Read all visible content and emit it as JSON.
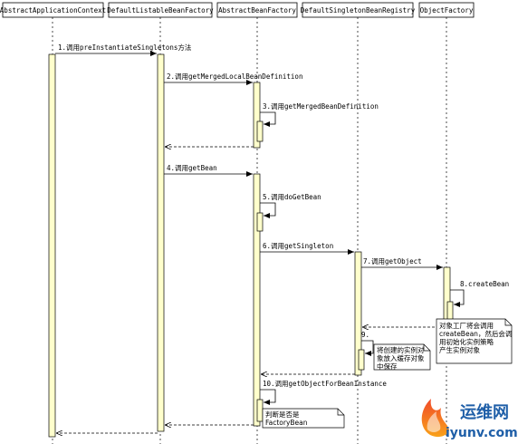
{
  "participants": [
    {
      "id": "p0",
      "name": "AbstractApplicationContext"
    },
    {
      "id": "p1",
      "name": "DefaultListableBeanFactory"
    },
    {
      "id": "p2",
      "name": "AbstractBeanFactory"
    },
    {
      "id": "p3",
      "name": "DefaultSingletonBeanRegistry"
    },
    {
      "id": "p4",
      "name": "ObjectFactory"
    }
  ],
  "messages": [
    {
      "label": "1.调用preInstantiateSingletons方法",
      "type": "call"
    },
    {
      "label": "2.调用getMergedLocalBeanDefinition",
      "type": "call"
    },
    {
      "label": "3.调用getMergedBeanDefinition",
      "type": "self"
    },
    {
      "label": "",
      "type": "return"
    },
    {
      "label": "4.调用getBean",
      "type": "call"
    },
    {
      "label": "5.调用doGetBean",
      "type": "self"
    },
    {
      "label": "6.调用getSingleton",
      "type": "call"
    },
    {
      "label": "7.调用getObject",
      "type": "call"
    },
    {
      "label": "8.createBean",
      "type": "self"
    },
    {
      "label": "",
      "type": "return"
    },
    {
      "label": "9.",
      "type": "self"
    },
    {
      "label": "",
      "type": "return"
    },
    {
      "label": "10.调用getObjectForBeanInstance",
      "type": "self"
    },
    {
      "label": "",
      "type": "return"
    },
    {
      "label": "",
      "type": "return"
    }
  ],
  "notes": [
    {
      "lines": [
        "对象工厂将会调用",
        "createBean，然后会调",
        "用初始化实例策略",
        "产生实例对象"
      ]
    },
    {
      "lines": [
        "将创建的实例对",
        "象放入缓存对象",
        "中保存"
      ]
    },
    {
      "lines": [
        "判断是否是",
        "FactoryBean"
      ]
    }
  ],
  "watermark": {
    "name": "运维网",
    "url": "iyunv.com",
    "logo_icon": "flame-logo-icon"
  },
  "colors": {
    "activation": "#ffffcc",
    "lifeline": "#000000",
    "header_fill": "#ffffff",
    "note_fill": "#ffffff",
    "watermark": "#1f5fa8"
  }
}
